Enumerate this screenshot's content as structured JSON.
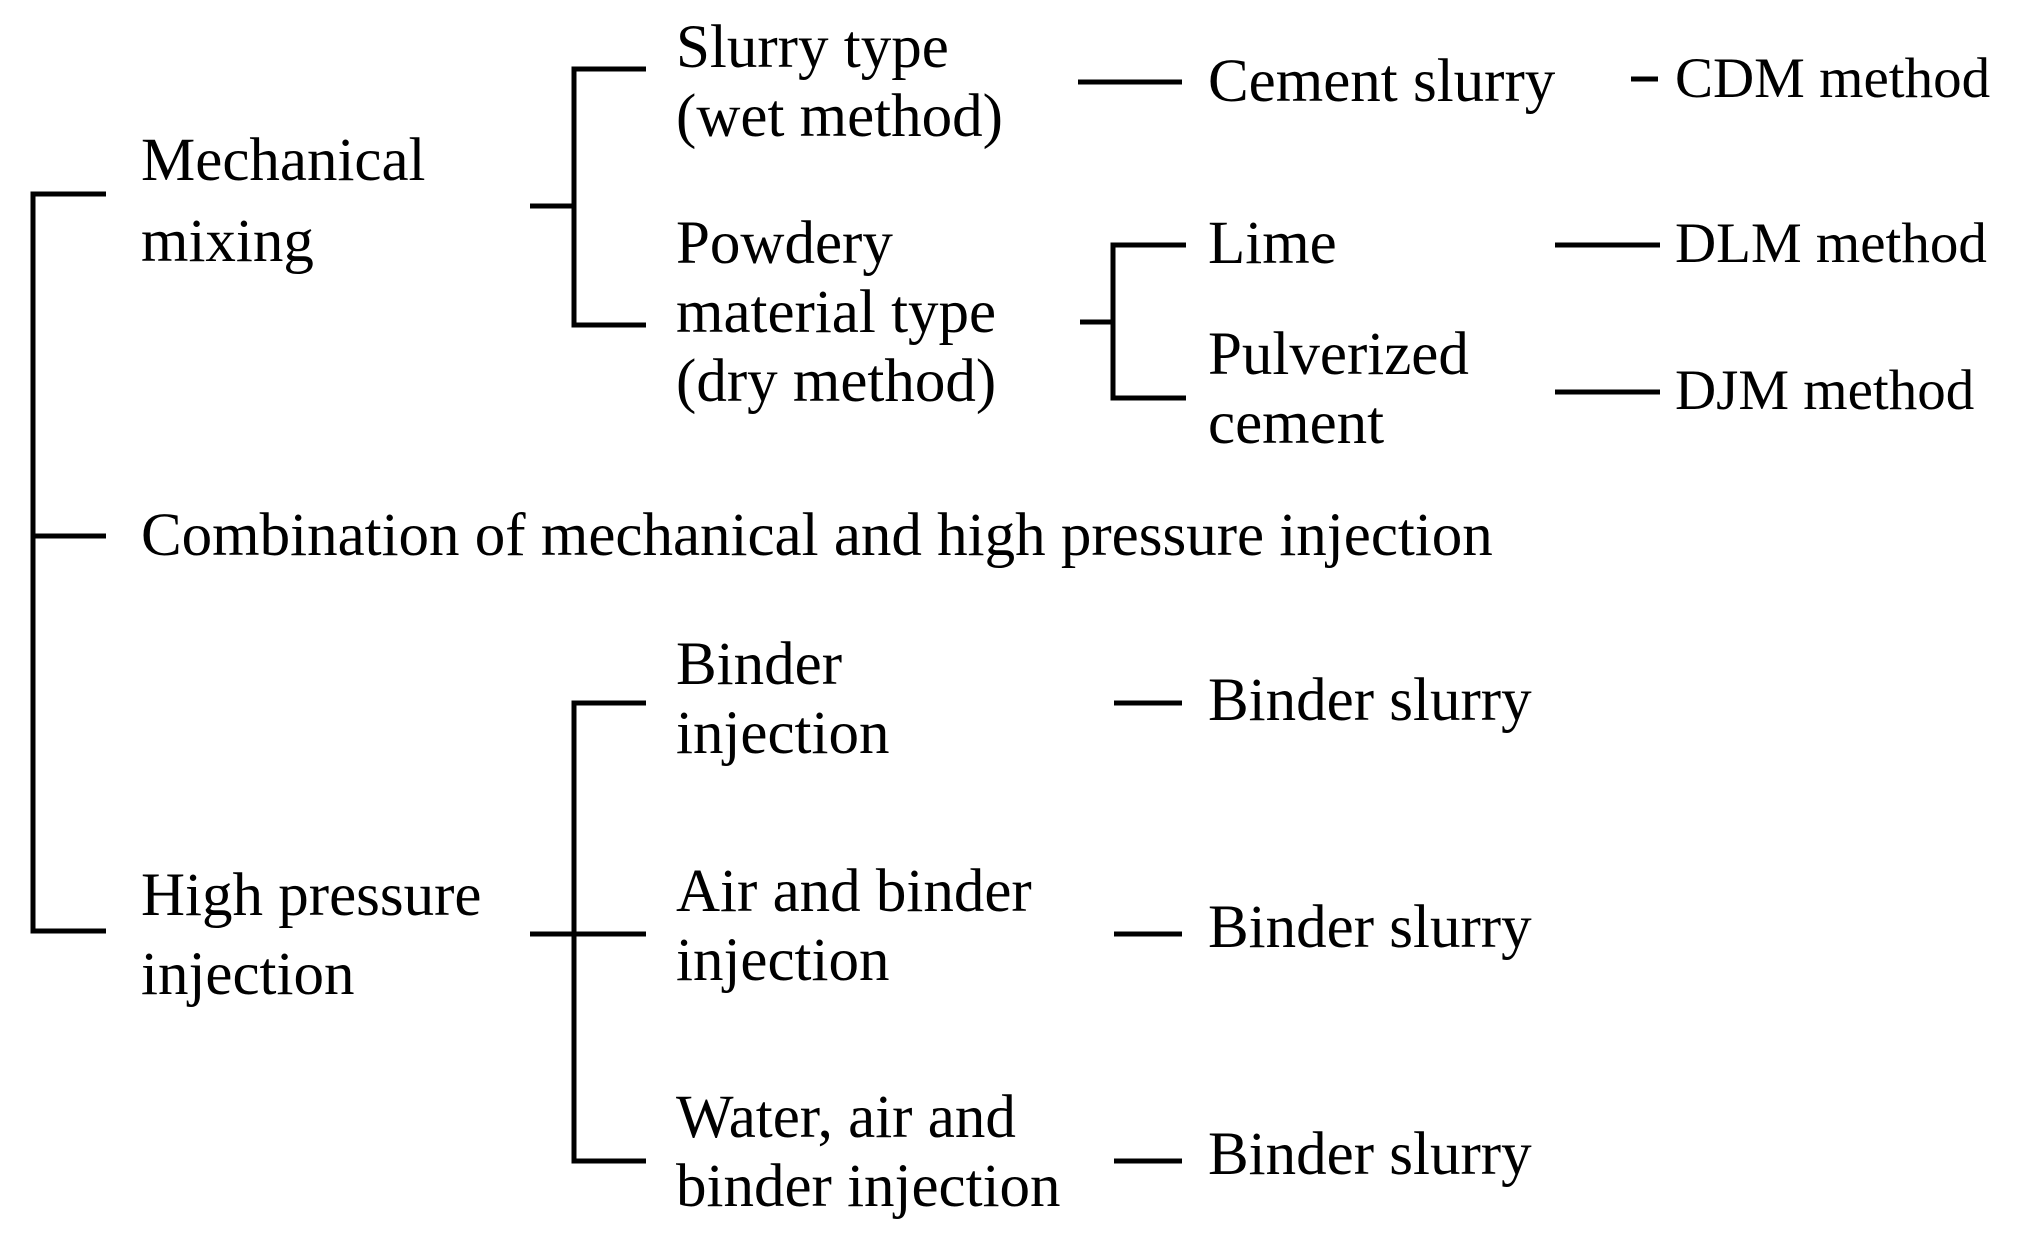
{
  "diagram": {
    "mechanical": {
      "line1": "Mechanical",
      "line2": "mixing"
    },
    "combination": {
      "label": "Combination of mechanical and high pressure injection"
    },
    "high_pressure": {
      "line1": "High pressure",
      "line2": "injection"
    },
    "slurry_type": {
      "line1": "Slurry type",
      "line2": "(wet method)"
    },
    "powdery": {
      "line1": "Powdery",
      "line2": "material type",
      "line3": "(dry method)"
    },
    "cement_slurry": {
      "label": "Cement slurry"
    },
    "lime": {
      "label": "Lime"
    },
    "pulverized_cement": {
      "line1": "Pulverized",
      "line2": "cement"
    },
    "cdm_method": {
      "label": "CDM method"
    },
    "dlm_method": {
      "label": "DLM method"
    },
    "djm_method": {
      "label": "DJM method"
    },
    "binder_injection": {
      "line1": "Binder",
      "line2": "injection"
    },
    "air_binder_injection": {
      "line1": "Air and binder",
      "line2": "injection"
    },
    "water_air_binder_injection": {
      "line1": "Water, air and",
      "line2": "binder injection"
    },
    "binder_slurry_1": {
      "label": "Binder slurry"
    },
    "binder_slurry_2": {
      "label": "Binder slurry"
    },
    "binder_slurry_3": {
      "label": "Binder slurry"
    }
  }
}
